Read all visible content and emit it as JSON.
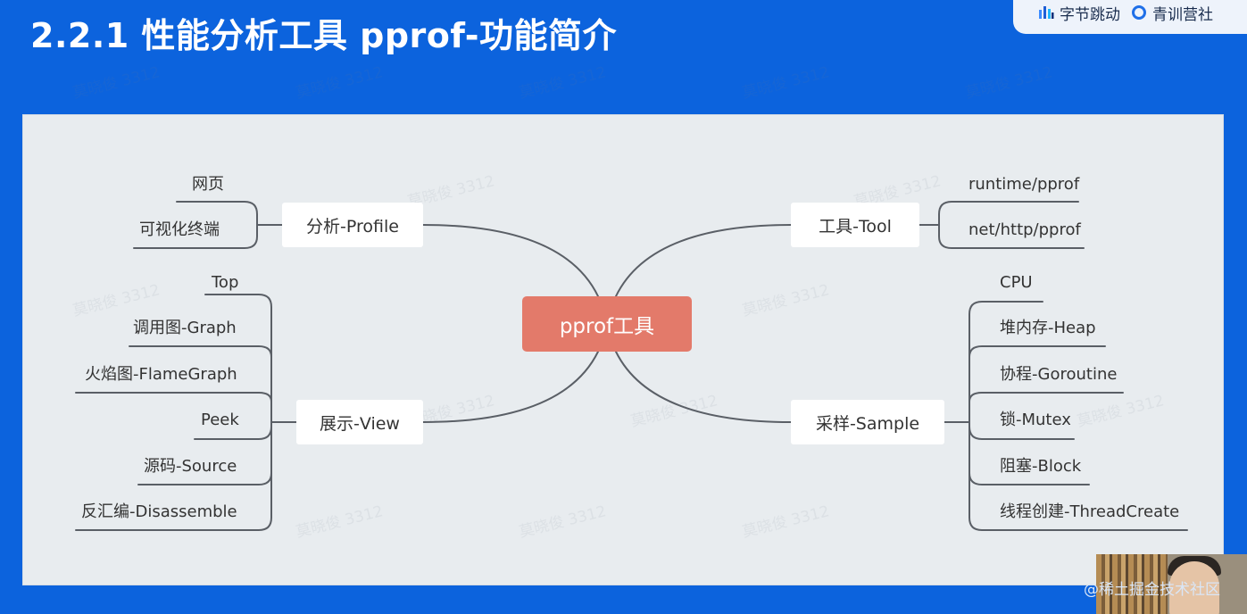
{
  "slide": {
    "title": "2.2.1 性能分析工具 pprof-功能简介"
  },
  "brand": {
    "item1": "字节跳动",
    "item2": "青训营社"
  },
  "watermark_text": "莫晓俊 3312",
  "footer_credit": "@稀土掘金技术社区",
  "mindmap": {
    "center": "pprof工具",
    "branches": {
      "profile": {
        "label": "分析-Profile",
        "children": [
          "网页",
          "可视化终端"
        ]
      },
      "view": {
        "label": "展示-View",
        "children": [
          "Top",
          "调用图-Graph",
          "火焰图-FlameGraph",
          "Peek",
          "源码-Source",
          "反汇编-Disassemble"
        ]
      },
      "tool": {
        "label": "工具-Tool",
        "children": [
          "runtime/pprof",
          "net/http/pprof"
        ]
      },
      "sample": {
        "label": "采样-Sample",
        "children": [
          "CPU",
          "堆内存-Heap",
          "协程-Goroutine",
          "锁-Mutex",
          "阻塞-Block",
          "线程创建-ThreadCreate"
        ]
      }
    }
  },
  "colors": {
    "background": "#0c63dd",
    "canvas": "#e8ecef",
    "center_node": "#e37a6a",
    "line": "#5a5f66"
  },
  "icons": {
    "brand1": "bytedance-logo-icon",
    "brand2": "qingxun-logo-icon"
  }
}
